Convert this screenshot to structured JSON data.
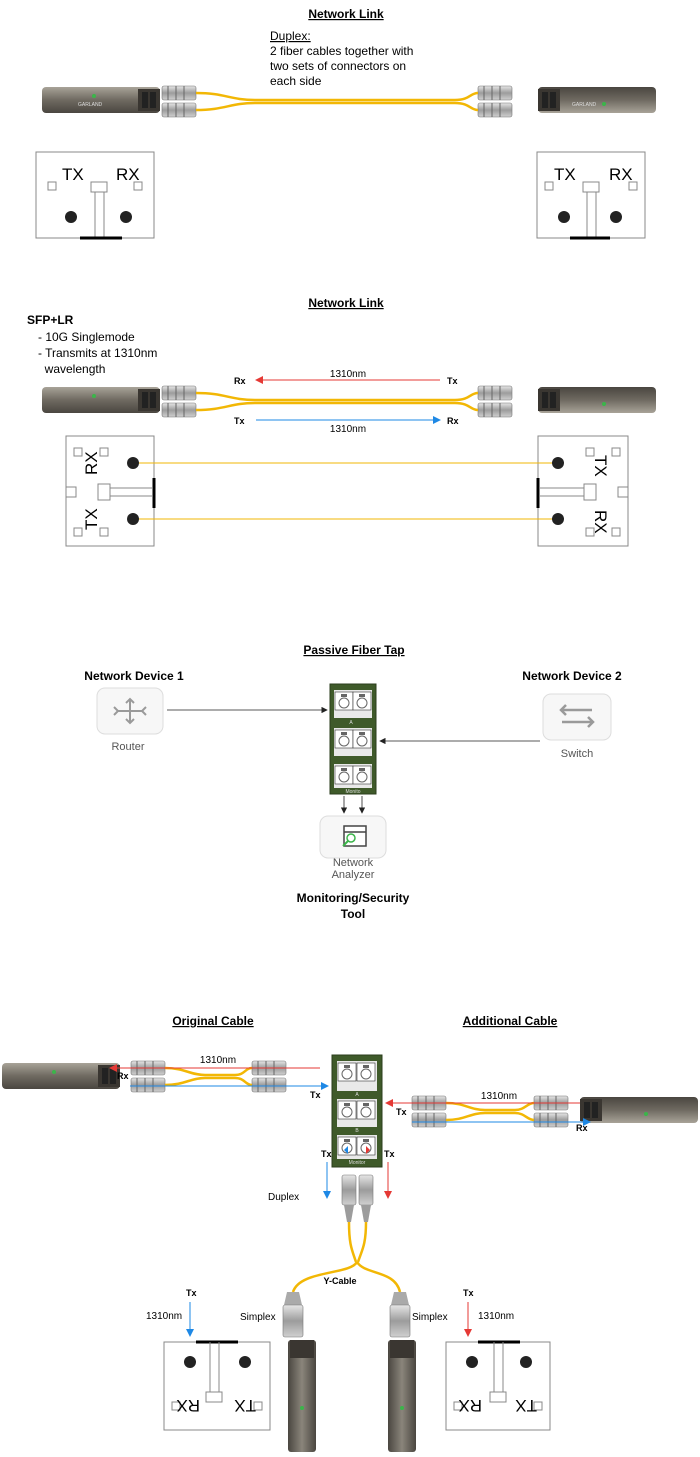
{
  "section1": {
    "title": "Network Link",
    "duplex_heading": "Duplex:",
    "duplex_lines": [
      "2 fiber cables together with",
      "two sets of connectors on",
      "each side"
    ],
    "left_port": {
      "tx": "TX",
      "rx": "RX"
    },
    "right_port": {
      "tx": "TX",
      "rx": "RX"
    },
    "sfp_brand": "GARLAND"
  },
  "section2": {
    "title": "Network Link",
    "module_name": "SFP+LR",
    "bullets": [
      "- 10G Singlemode",
      "- Transmits at 1310nm",
      "  wavelength"
    ],
    "top_arrow": {
      "label": "1310nm",
      "left": "Rx",
      "right": "Tx"
    },
    "bottom_arrow": {
      "label": "1310nm",
      "left": "Tx",
      "right": "Rx"
    },
    "left_port": {
      "rx": "RX",
      "tx": "TX"
    },
    "right_port": {
      "tx": "TX",
      "rx": "RX"
    }
  },
  "section3": {
    "title": "Passive Fiber Tap",
    "device1_title": "Network Device 1",
    "device1_label": "Router",
    "device2_title": "Network Device 2",
    "device2_label": "Switch",
    "analyzer_label_1": "Network",
    "analyzer_label_2": "Analyzer",
    "tool_label_1": "Monitoring/Security",
    "tool_label_2": "Tool",
    "tap_port_a": "A",
    "tap_port_monitor": "Monito"
  },
  "section4": {
    "original_title": "Original Cable",
    "additional_title": "Additional Cable",
    "left_wavelength": "1310nm",
    "right_wavelength": "1310nm",
    "left_rx": "Rx",
    "left_tx": "Tx",
    "right_tx": "Tx",
    "right_rx": "Rx",
    "tap_port_a": "A",
    "tap_port_b": "B",
    "tap_port_monitor": "Monitor",
    "tap_tx_left": "Tx",
    "tap_tx_right": "Tx",
    "duplex_label": "Duplex",
    "ycable_label": "Y-Cable",
    "simplex_left": "Simplex",
    "simplex_right": "Simplex",
    "bl_tx": "Tx",
    "bl_wavelength": "1310nm",
    "br_tx": "Tx",
    "br_wavelength": "1310nm",
    "bl_port": {
      "rx": "RX",
      "tx": "TX"
    },
    "br_port": {
      "rx": "RX",
      "tx": "TX"
    }
  },
  "colors": {
    "fiber": "#f2b705",
    "rx_arrow": "#e53935",
    "tx_arrow": "#1e88e5",
    "tap_green": "#3f5a2a",
    "sfp_body": "#7a756c"
  }
}
